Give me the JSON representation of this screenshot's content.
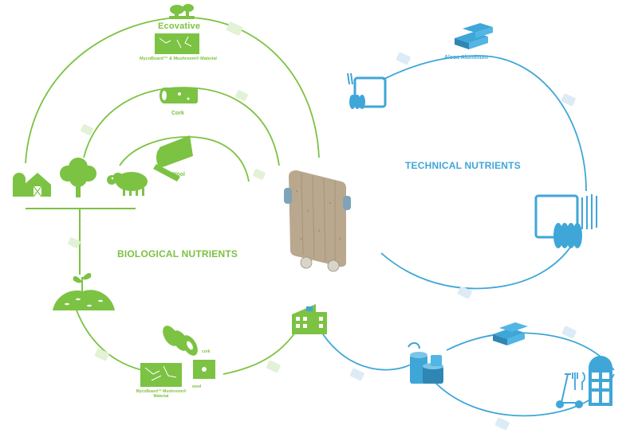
{
  "colors": {
    "biological": "#7cc243",
    "technical": "#3fa6d8",
    "panel": "#b9a88e"
  },
  "labels": {
    "ecovative": "Ecovative",
    "mycoboard_top": "MycoBoard™ & Mushroom® Material",
    "cork": "Cork",
    "wool": "Wool",
    "biological": "BIOLOGICAL NUTRIENTS",
    "technical": "TECHNICAL NUTRIENTS",
    "alcoa": "Alcoa Aluminum",
    "cork_small": "cork",
    "wool_small": "wool",
    "mycoboard_small": "MycoBoard™ Mushroom® Material"
  },
  "icons": [
    "ecovative-mushroom-icon",
    "mycoboard-panel-icon",
    "cork-log-icon",
    "wool-roll-icon",
    "barn-icon",
    "tree-icon",
    "sheep-icon",
    "compost-sprout-icon",
    "cork-rolls-icon",
    "mycoboard-sheet-icon",
    "wool-sheet-icon",
    "building-icon",
    "wall-panel-product",
    "aluminum-ingots-icon",
    "frame-coil-icon",
    "frame-coil-large-icon",
    "cans-icon",
    "ingots-small-icon",
    "scooter-icon",
    "fork-knife-icon",
    "window-icon"
  ]
}
